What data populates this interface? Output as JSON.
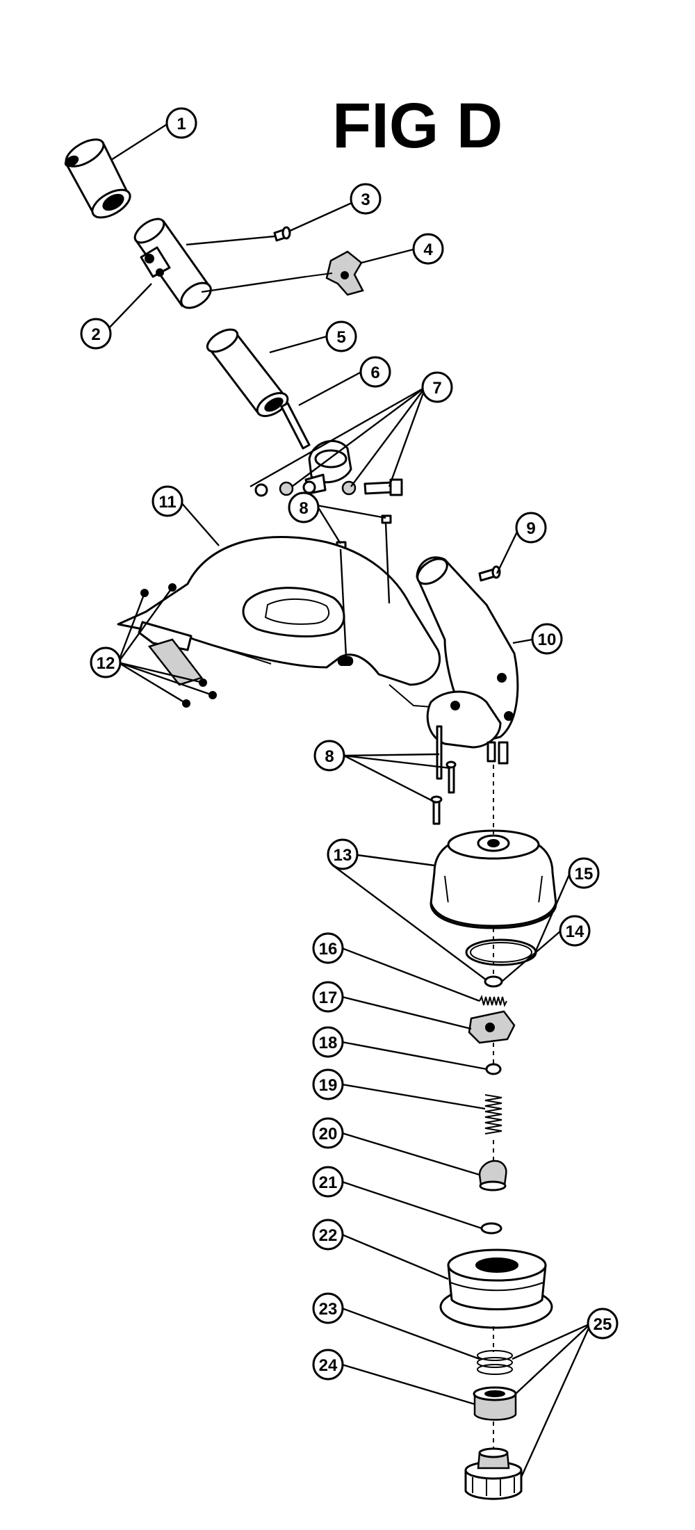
{
  "figure_title": "FIG D",
  "callouts": [
    {
      "id": "c1",
      "label": "1"
    },
    {
      "id": "c2",
      "label": "2"
    },
    {
      "id": "c3",
      "label": "3"
    },
    {
      "id": "c4",
      "label": "4"
    },
    {
      "id": "c5",
      "label": "5"
    },
    {
      "id": "c6",
      "label": "6"
    },
    {
      "id": "c7",
      "label": "7"
    },
    {
      "id": "c8a",
      "label": "8"
    },
    {
      "id": "c8b",
      "label": "8"
    },
    {
      "id": "c9",
      "label": "9"
    },
    {
      "id": "c10",
      "label": "10"
    },
    {
      "id": "c11",
      "label": "11"
    },
    {
      "id": "c12",
      "label": "12"
    },
    {
      "id": "c13",
      "label": "13"
    },
    {
      "id": "c14",
      "label": "14"
    },
    {
      "id": "c15",
      "label": "15"
    },
    {
      "id": "c16",
      "label": "16"
    },
    {
      "id": "c17",
      "label": "17"
    },
    {
      "id": "c18",
      "label": "18"
    },
    {
      "id": "c19",
      "label": "19"
    },
    {
      "id": "c20",
      "label": "20"
    },
    {
      "id": "c21",
      "label": "21"
    },
    {
      "id": "c22",
      "label": "22"
    },
    {
      "id": "c23",
      "label": "23"
    },
    {
      "id": "c24",
      "label": "24"
    },
    {
      "id": "c25",
      "label": "25"
    }
  ]
}
